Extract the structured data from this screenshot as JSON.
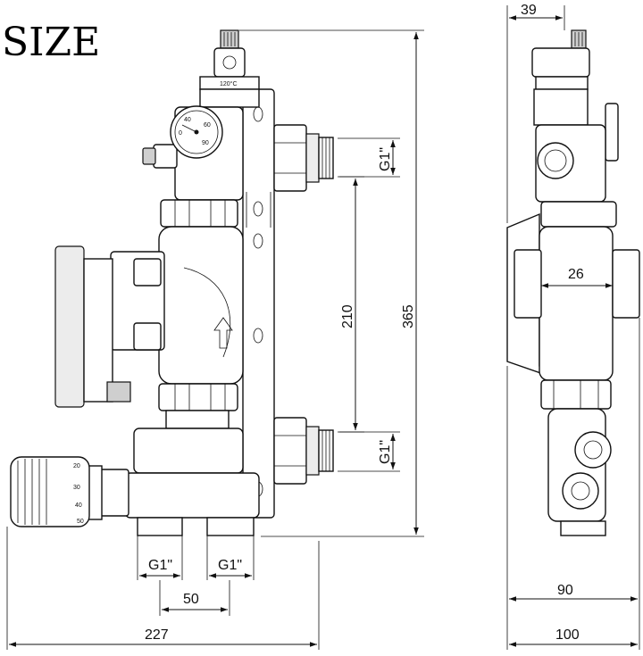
{
  "title": "SIZE",
  "front_view": {
    "total_height": "365",
    "center_distance": "210",
    "thread_right_top": "G1\"",
    "thread_right_bottom": "G1\"",
    "thread_bottom_left": "G1\"",
    "thread_bottom_right": "G1\"",
    "bottom_spacing": "50",
    "total_width": "227",
    "gauge_ticks": [
      "0",
      "40",
      "60",
      "90"
    ],
    "temp_limit": "120°C",
    "valve_scale": [
      "20",
      "30",
      "40",
      "50"
    ]
  },
  "side_view": {
    "top_offset": "39",
    "inner_width": "26",
    "width_inner": "90",
    "width_total": "100"
  }
}
